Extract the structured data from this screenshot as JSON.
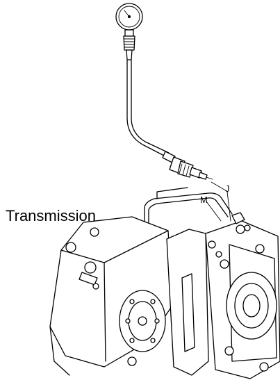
{
  "labels": {
    "transmission": "Transmission",
    "m": "M",
    "j": "J"
  },
  "colors": {
    "line": "#000000",
    "background": "#ffffff"
  }
}
